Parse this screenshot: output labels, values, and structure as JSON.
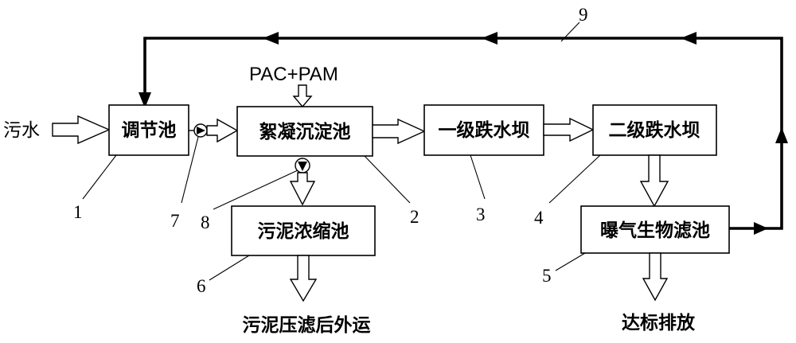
{
  "inputs": {
    "sewage": "污水",
    "chemicals": "PAC+PAM"
  },
  "units": [
    {
      "id": "u1",
      "label": "调节池",
      "number": "1"
    },
    {
      "id": "u2",
      "label": "絮凝沉淀池",
      "number": "2"
    },
    {
      "id": "u3",
      "label": "一级跌水坝",
      "number": "3"
    },
    {
      "id": "u4",
      "label": "二级跌水坝",
      "number": "4"
    },
    {
      "id": "u5",
      "label": "曝气生物滤池",
      "number": "5"
    },
    {
      "id": "u6",
      "label": "污泥浓缩池",
      "number": "6"
    }
  ],
  "pumps": [
    {
      "id": "p7",
      "number": "7"
    },
    {
      "id": "p8",
      "number": "8"
    }
  ],
  "recycle": {
    "number": "9"
  },
  "outputs": {
    "sludge": "污泥压滤后外运",
    "discharge": "达标排放"
  }
}
